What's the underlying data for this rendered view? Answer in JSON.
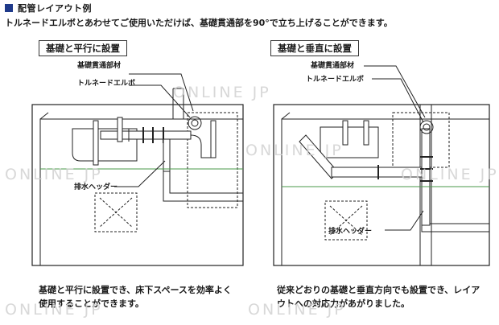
{
  "header": {
    "title": "配管レイアウト例",
    "accent_color": "#1f3a8a"
  },
  "intro_text": "トルネードエルボとあわせてご使用いただけば、基礎貫通部を90°で立ち上げることができます。",
  "panels": {
    "left": {
      "title": "基礎と平行に設置",
      "labels": {
        "foundation_penetration": "基礎貫通部材",
        "tornado_elbow": "トルネードエルボ",
        "drain_header": "排水ヘッダー"
      },
      "caption": "基礎と平行に設置でき、床下スペースを効率よく使用することができます。"
    },
    "right": {
      "title": "基礎と垂直に設置",
      "labels": {
        "foundation_penetration": "基礎貫通部材",
        "tornado_elbow": "トルネードエルボ",
        "drain_header": "排水ヘッダー"
      },
      "caption": "従来どおりの基礎と垂直方向でも設置でき、レイアウトへの対応力があがりました。"
    }
  },
  "watermark_text": "ONLINE JP"
}
